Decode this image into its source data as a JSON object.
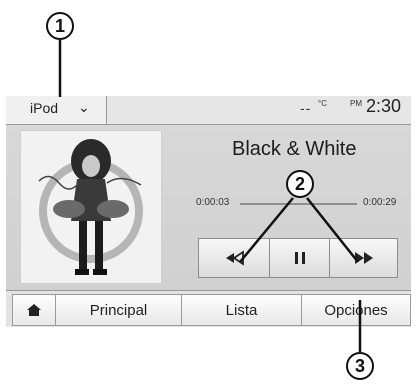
{
  "header": {
    "source": "iPod",
    "temp_dashes": "--",
    "temp_unit": "°C",
    "ampm": "PM",
    "time": "2:30"
  },
  "track": {
    "title": "Black & White",
    "elapsed": "0:00:03",
    "duration": "0:00:29",
    "progress_fraction": 0.1
  },
  "controls": {
    "prev_icon": "rewind-icon",
    "pause_icon": "pause-icon",
    "next_icon": "fast-forward-icon"
  },
  "tabs": {
    "home_icon": "home-icon",
    "principal": "Principal",
    "lista": "Lista",
    "opciones": "Opciones"
  },
  "callouts": {
    "one": "1",
    "two": "2",
    "three": "3"
  }
}
